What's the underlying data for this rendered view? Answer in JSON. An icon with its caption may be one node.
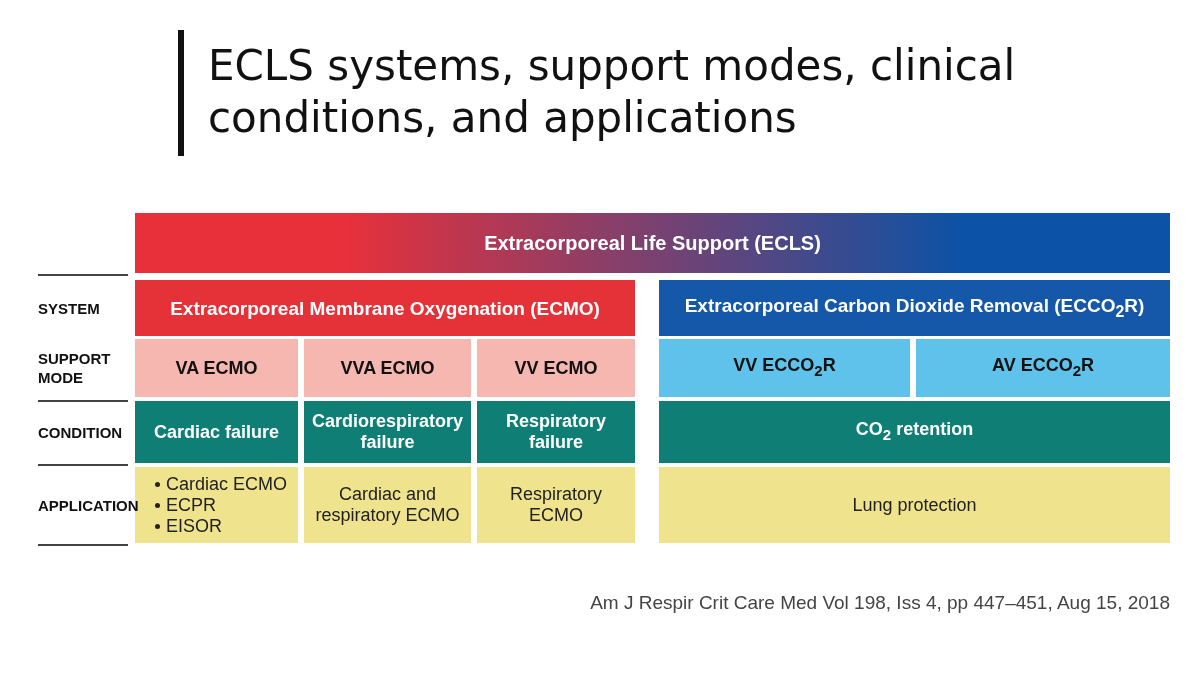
{
  "diagram": {
    "title": "ECLS systems, support modes, clinical conditions, and applications",
    "caption": "Am J Respir Crit Care Med Vol 198, Iss 4, pp 447–451, Aug 15, 2018",
    "nodes": [
      {
        "text": [
          "Extracorporeal Life Support (ECLS)"
        ]
      },
      {
        "text": [
          "Extracorporeal Membrane Oxygenation (ECMO)"
        ]
      },
      {
        "text": [
          "Extracorporeal Carbon Dioxide Removal (ECCO$_{2}$R)"
        ]
      },
      {
        "text": [
          "VA ECMO"
        ]
      },
      {
        "text": [
          "VVA ECMO"
        ]
      },
      {
        "text": [
          "VV ECMO"
        ]
      },
      {
        "text": [
          "VV ECCO$_{2}$R"
        ]
      },
      {
        "text": [
          "AV ECCO$_{2}$R"
        ]
      },
      {
        "text": [
          "Cardiac failure"
        ]
      },
      {
        "text": [
          "Cardiorespiratory failure"
        ]
      },
      {
        "text": [
          "Respiratory failure"
        ]
      },
      {
        "text": [
          "CO$_{2}$ retention"
        ]
      },
      {
        "text": [
          "Cardiac ECMO",
          "ECPR",
          "EISOR"
        ]
      },
      {
        "text": [
          "Cardiac and respiratory ECMO"
        ]
      },
      {
        "text": [
          "Respiratory ECMO"
        ]
      },
      {
        "text": [
          "Lung protection"
        ]
      }
    ],
    "labels": [
      "SYSTEM",
      "SUPPORT MODE",
      "CONDITION",
      "APPLICATION"
    ]
  }
}
